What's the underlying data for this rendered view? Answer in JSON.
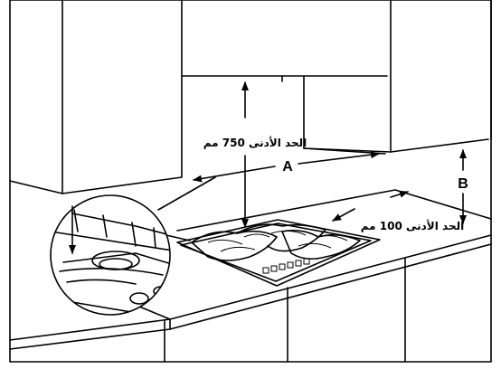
{
  "labels": {
    "label_a": "A",
    "label_b": "B",
    "min_750": "الحد الأدنى 750 مم",
    "min_100": "الحد الأدنى 100 مم"
  },
  "colors": {
    "line": "#000000",
    "background": "#ffffff"
  }
}
